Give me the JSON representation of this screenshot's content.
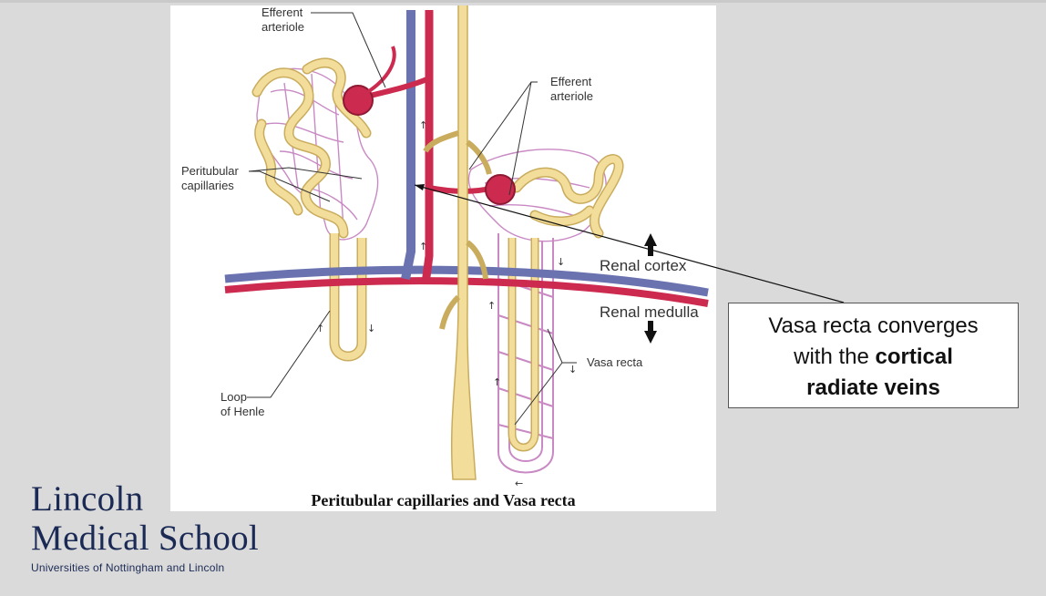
{
  "labels": {
    "efferent_top": [
      "Efferent",
      "arteriole"
    ],
    "efferent_right": [
      "Efferent",
      "arteriole"
    ],
    "peritubular": [
      "Peritubular",
      "capillaries"
    ],
    "loop": [
      "Loop",
      "of Henle"
    ],
    "vasa_recta": "Vasa recta",
    "renal_cortex": "Renal cortex",
    "renal_medulla": "Renal medulla"
  },
  "caption": "Peritubular capillaries and Vasa recta",
  "callout": {
    "line1": "Vasa recta converges",
    "line2_prefix": "with the ",
    "line2_bold": "cortical",
    "line3_bold": "radiate veins"
  },
  "logo": {
    "line1": "Lincoln",
    "line2": "Medical School",
    "line3": "Universities of Nottingham and Lincoln"
  },
  "colors": {
    "vein": "#6a73b0",
    "artery": "#cc2a4e",
    "tubule": "#f3dd9a",
    "tubule_edge": "#c9ac5d",
    "capillary": "#c98ac4",
    "brand": "#1b2a55"
  }
}
